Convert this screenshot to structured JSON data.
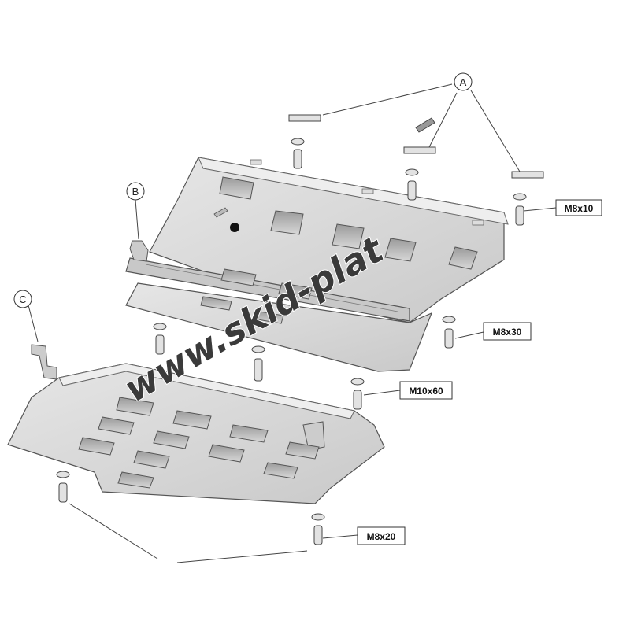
{
  "callouts": {
    "a": "A",
    "b": "B",
    "c": "C"
  },
  "bolt_labels": {
    "m8x10": "M8x10",
    "m8x30": "M8x30",
    "m10x60": "M10x60",
    "m8x20": "M8x20"
  },
  "watermark": "www.skid-plat",
  "colors": {
    "plate_fill": "#d9d9d9",
    "plate_shade": "#c4c4c4",
    "outline": "#555555",
    "watermark": "#3a3a3a"
  }
}
